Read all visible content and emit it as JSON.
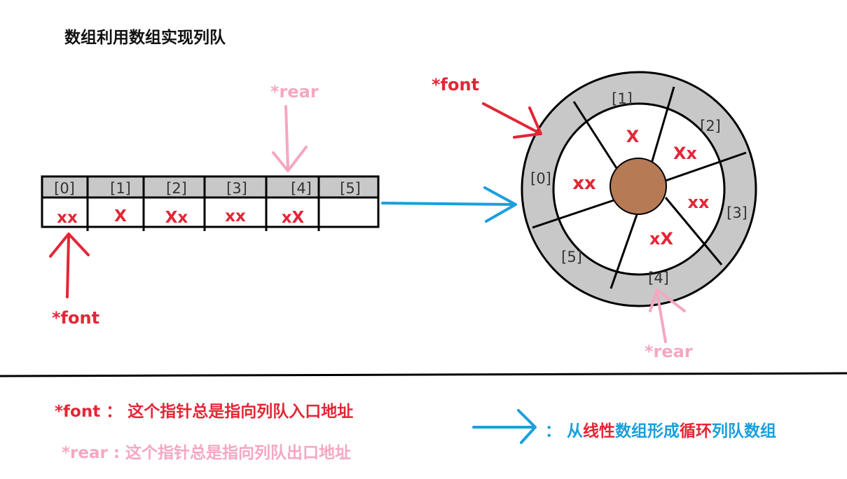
{
  "title": "数组利用数组实现列队",
  "linear": {
    "indices": [
      "[0]",
      "[1]",
      "[2]",
      "[3]",
      "[4]",
      "[5]"
    ],
    "values": [
      "xx",
      "X",
      "Xx",
      "xx",
      "xX",
      ""
    ],
    "rear_label": "*rear",
    "front_label": "*font"
  },
  "circular": {
    "indices": [
      "[0]",
      "[1]",
      "[2]",
      "[3]",
      "[4]",
      "[5]"
    ],
    "values": [
      "xx",
      "X",
      "Xx",
      "xx",
      "xX"
    ],
    "front_label": "*font",
    "rear_label": "*rear"
  },
  "legend": {
    "front": "*font ：  这个指针总是指向列队入口地址",
    "rear": "*rear : 这个指针总是指向列队出口地址",
    "circ_colon": "：",
    "circ_seg1": "从",
    "circ_seg2": "线性",
    "circ_seg3": "数组形成",
    "circ_seg4": "循环",
    "circ_seg5": "列队数组"
  },
  "colors": {
    "red": "#e32636",
    "pink": "#f5a7c1",
    "blue": "#1a9fdd",
    "ring_gray": "#c8c8c8",
    "hub_brown": "#b67a55"
  }
}
